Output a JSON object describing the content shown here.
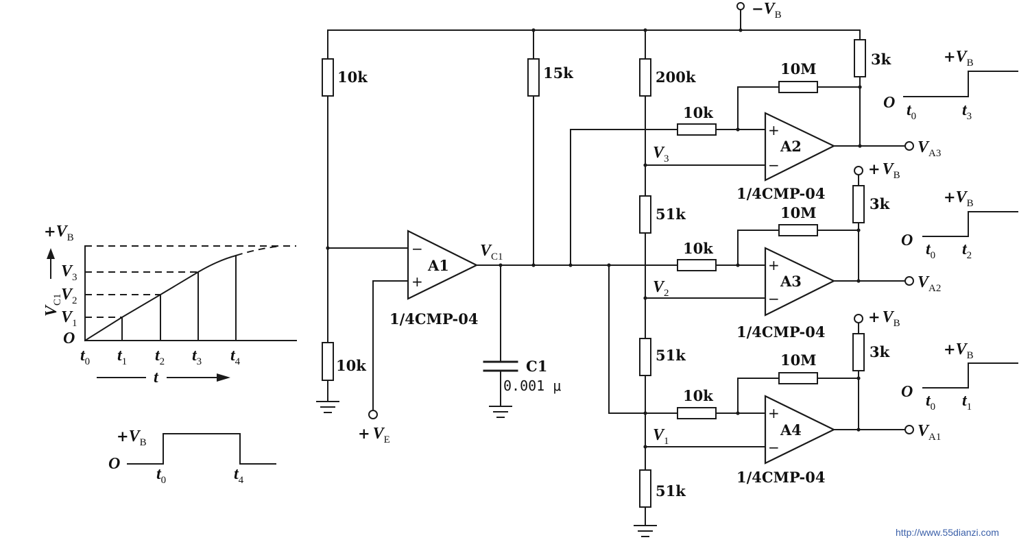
{
  "resistors": {
    "r_top_left": "10k",
    "r_bottom_left": "10k",
    "r_15k": "15k",
    "r_200k": "200k",
    "r_51k_a": "51k",
    "r_51k_b": "51k",
    "r_51k_c": "51k",
    "r_in_a2": "10k",
    "r_in_a3": "10k",
    "r_in_a4": "10k",
    "r_fb_a2": "10M",
    "r_fb_a3": "10M",
    "r_fb_a4": "10M",
    "r_pull_a2": "3k",
    "r_pull_a3": "3k",
    "r_pull_a4": "3k"
  },
  "capacitor": {
    "name": "C1",
    "value": "0.001 μ"
  },
  "amplifiers": {
    "a1": {
      "label": "A1",
      "part": "1/4CMP-04"
    },
    "a2": {
      "label": "A2",
      "part": "1/4CMP-04"
    },
    "a3": {
      "label": "A3",
      "part": "1/4CMP-04"
    },
    "a4": {
      "label": "A4",
      "part": "1/4CMP-04"
    }
  },
  "signs": {
    "minus": "−",
    "plus": "+"
  },
  "nodes": {
    "neg_supply": {
      "sign": "−",
      "base": "V",
      "sub": "B"
    },
    "pos_supply": {
      "sign": "+",
      "base": "V",
      "sub": "B"
    },
    "ve": {
      "sign": "+",
      "base": "V",
      "sub": "E"
    },
    "vc1": {
      "base": "V",
      "sub": "C1"
    },
    "v1": {
      "base": "V",
      "sub": "1"
    },
    "v2": {
      "base": "V",
      "sub": "2"
    },
    "v3": {
      "base": "V",
      "sub": "3"
    },
    "va1": {
      "base": "V",
      "sub": "A1"
    },
    "va2": {
      "base": "V",
      "sub": "A2"
    },
    "va3": {
      "base": "V",
      "sub": "A3"
    }
  },
  "ramp_graph": {
    "origin": "O",
    "y_top": {
      "sign": "+",
      "base": "V",
      "sub": "B"
    },
    "y_axis": {
      "base": "V",
      "sub": "C1"
    },
    "y_ticks": [
      {
        "base": "V",
        "sub": "1"
      },
      {
        "base": "V",
        "sub": "2"
      },
      {
        "base": "V",
        "sub": "3"
      }
    ],
    "x_ticks": [
      {
        "base": "t",
        "sub": "0"
      },
      {
        "base": "t",
        "sub": "1"
      },
      {
        "base": "t",
        "sub": "2"
      },
      {
        "base": "t",
        "sub": "3"
      },
      {
        "base": "t",
        "sub": "4"
      }
    ],
    "x_axis": "t"
  },
  "pulse_graph": {
    "origin": "O",
    "level": {
      "sign": "+",
      "base": "V",
      "sub": "B"
    },
    "start": {
      "base": "t",
      "sub": "0"
    },
    "end": {
      "base": "t",
      "sub": "4"
    }
  },
  "step_graphs": [
    {
      "origin": "O",
      "level": {
        "sign": "+",
        "base": "V",
        "sub": "B"
      },
      "t_start": {
        "base": "t",
        "sub": "0"
      },
      "t_step": {
        "base": "t",
        "sub": "3"
      }
    },
    {
      "origin": "O",
      "level": {
        "sign": "+",
        "base": "V",
        "sub": "B"
      },
      "t_start": {
        "base": "t",
        "sub": "0"
      },
      "t_step": {
        "base": "t",
        "sub": "2"
      }
    },
    {
      "origin": "O",
      "level": {
        "sign": "+",
        "base": "V",
        "sub": "B"
      },
      "t_start": {
        "base": "t",
        "sub": "0"
      },
      "t_step": {
        "base": "t",
        "sub": "1"
      }
    }
  ],
  "watermark": "http://www.55dianzi.com"
}
